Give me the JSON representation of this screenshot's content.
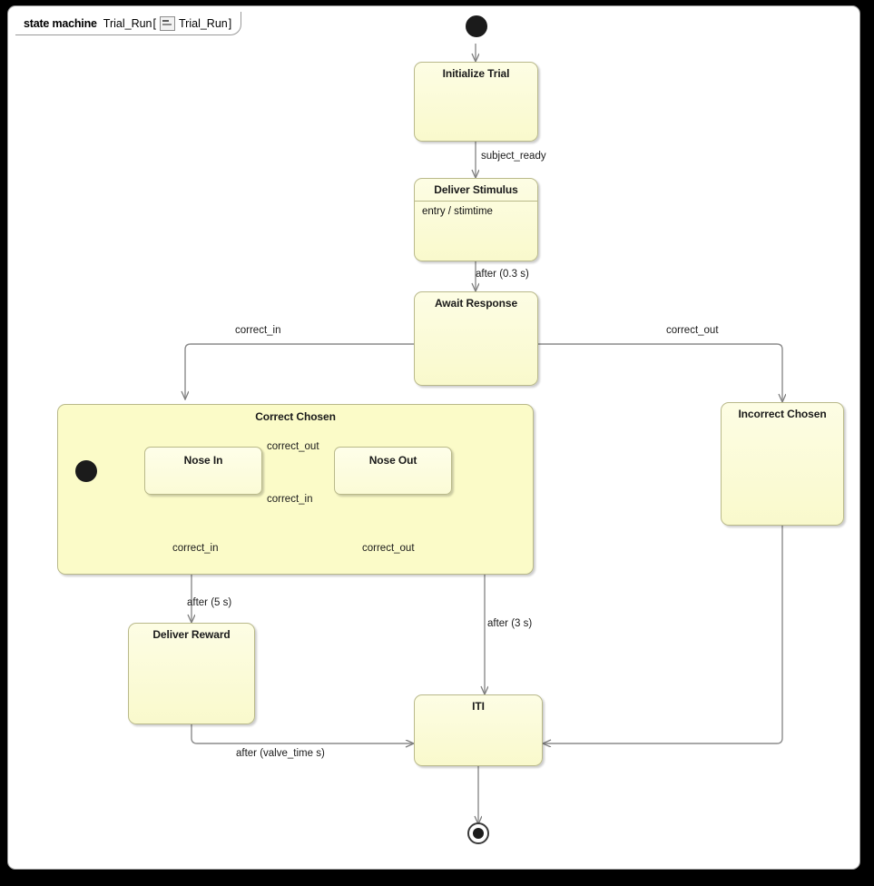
{
  "diagram": {
    "kind_keyword": "state machine",
    "name": "Trial_Run",
    "bracket_open": "[",
    "icon": "state-machine-icon",
    "qualified_name": "Trial_Run",
    "bracket_close": "]",
    "canvas_background": "#ffffff",
    "page_background": "#000000",
    "state_fill": "#fbfbd0",
    "state_border": "#b9b98a",
    "edge_color": "#808080",
    "text_color": "#1a1a1a"
  },
  "states": {
    "initialize_trial": {
      "name": "Initialize Trial"
    },
    "deliver_stimulus": {
      "name": "Deliver Stimulus",
      "entry_behavior": "entry / stimtime"
    },
    "await_response": {
      "name": "Await Response"
    },
    "correct_chosen": {
      "name": "Correct Chosen"
    },
    "incorrect_chosen": {
      "name": "Incorrect Chosen"
    },
    "nose_in": {
      "name": "Nose In"
    },
    "nose_out": {
      "name": "Nose Out"
    },
    "deliver_reward": {
      "name": "Deliver Reward"
    },
    "iti": {
      "name": "ITI"
    }
  },
  "pseudostates": {
    "initial": "initial-node",
    "composite_initial": "initial-node",
    "final": "final-node"
  },
  "transitions": {
    "init_to_initialize": "",
    "initialize_to_stimulus": "subject_ready",
    "stimulus_to_await": "after (0.3 s)",
    "await_to_correct": "correct_in",
    "await_to_incorrect": "correct_out",
    "nose_in_to_nose_out": "correct_out",
    "nose_out_to_nose_in": "correct_in",
    "nose_in_self": "correct_in",
    "nose_out_self": "correct_out",
    "correct_to_reward": "after (5 s)",
    "nose_out_to_iti": "after (3 s)",
    "reward_to_iti": "after (valve_time s)",
    "incorrect_to_iti": "",
    "iti_to_final": ""
  }
}
